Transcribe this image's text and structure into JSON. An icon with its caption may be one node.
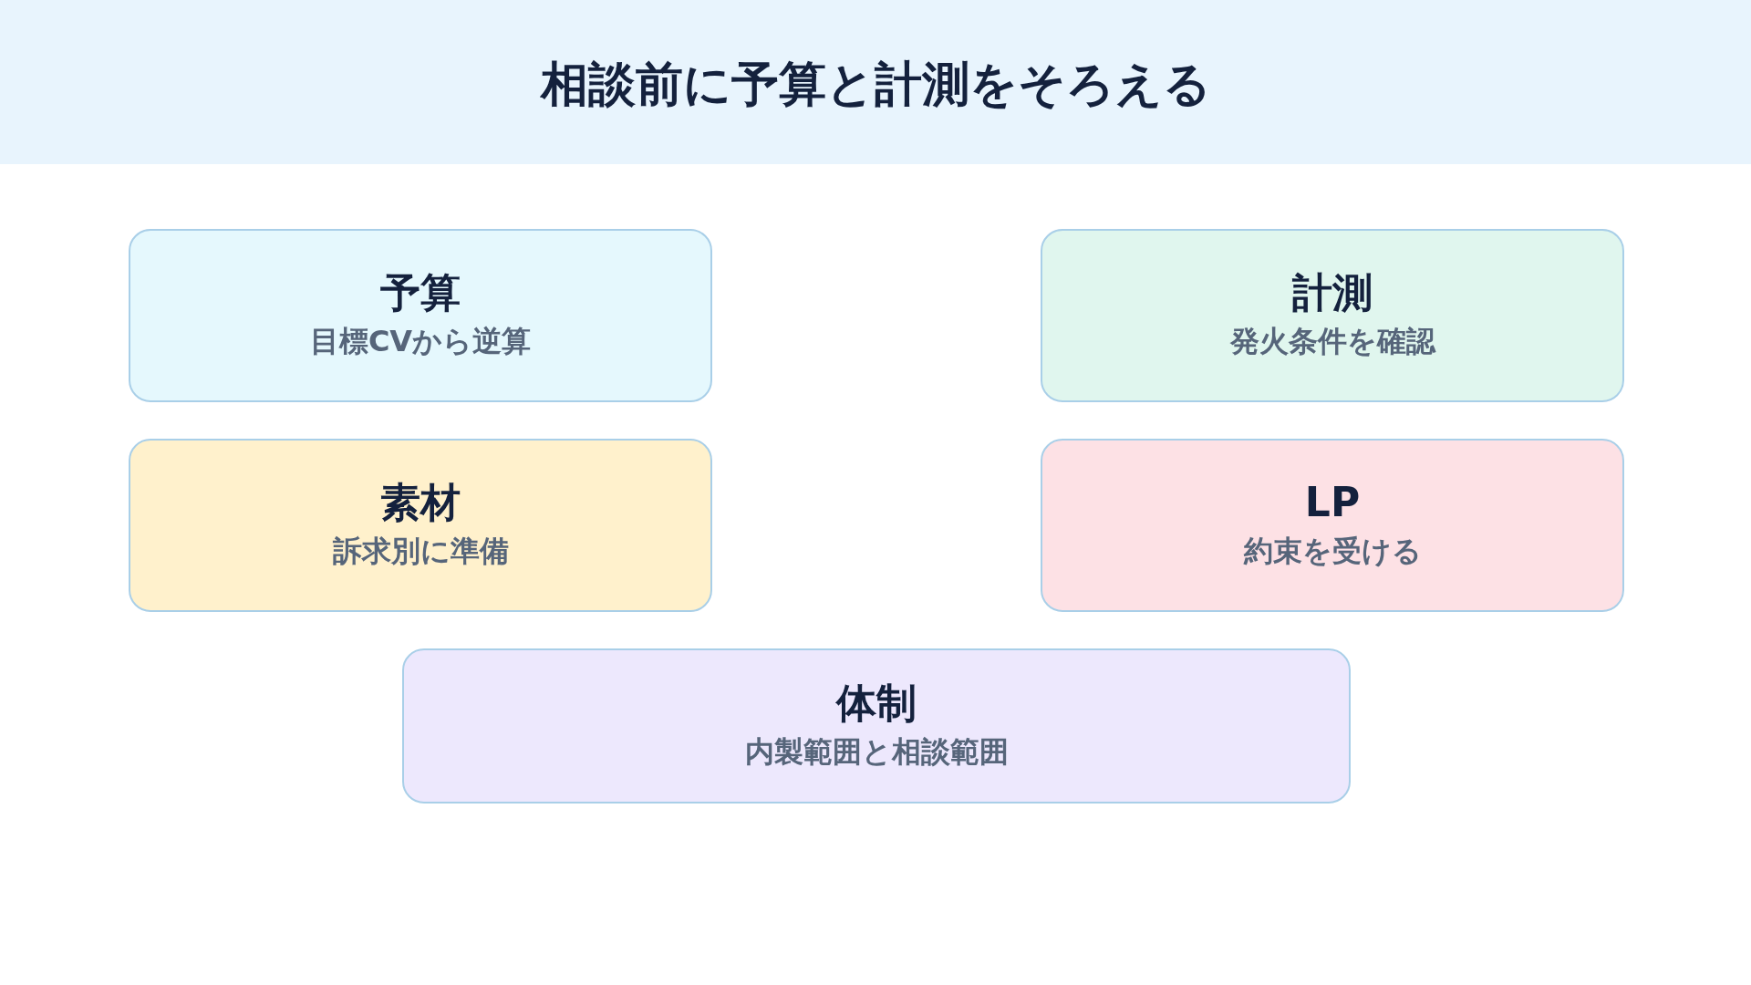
{
  "diagram": {
    "title": "相談前に予算と計測をそろえる",
    "nodes": [
      {
        "text": [
          "予算",
          "目標CVから逆算"
        ]
      },
      {
        "text": [
          "計測",
          "発火条件を確認"
        ]
      },
      {
        "text": [
          "素材",
          "訴求別に準備"
        ]
      },
      {
        "text": [
          "LP",
          "約束を受ける"
        ]
      },
      {
        "text": [
          "体制",
          "内製範囲と相談範囲"
        ]
      }
    ]
  }
}
